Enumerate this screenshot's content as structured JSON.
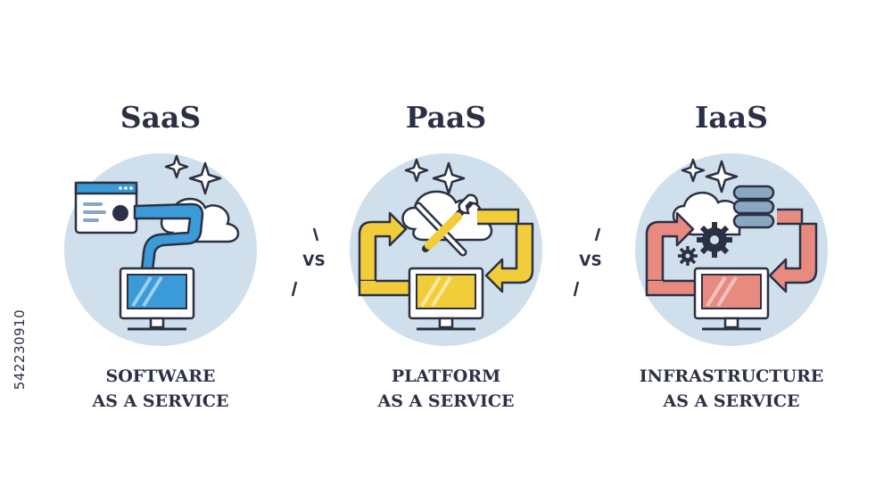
{
  "panels": [
    {
      "abbr": "SaaS",
      "line1": "SOFTWARE",
      "line2": "AS A SERVICE",
      "accent": "#3b9bd8"
    },
    {
      "abbr": "PaaS",
      "line1": "PLATFORM",
      "line2": "AS A SERVICE",
      "accent": "#f2cd3a"
    },
    {
      "abbr": "IaaS",
      "line1": "INFRASTRUCTURE",
      "line2": "AS A SERVICE",
      "accent": "#e98a80"
    }
  ],
  "separators": [
    {
      "label": "VS"
    },
    {
      "label": "VS"
    }
  ],
  "watermark": {
    "id": "542230910"
  },
  "colors": {
    "circle": "#cfdfec",
    "outline": "#2b3044",
    "text": "#2b3044"
  }
}
